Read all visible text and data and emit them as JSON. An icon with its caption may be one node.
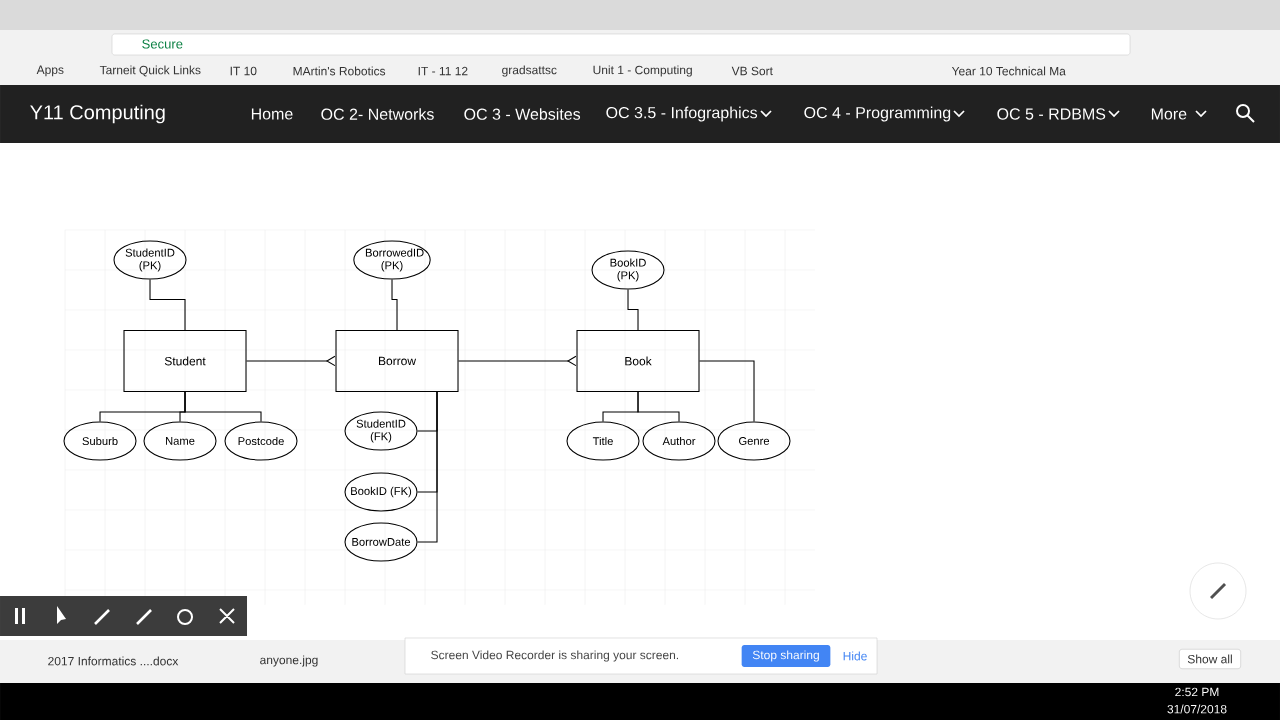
{
  "diagram": {
    "nodes": [
      {
        "text": [
          "StudentID (PK)"
        ]
      },
      {
        "text": [
          "BorrowedID (PK)"
        ]
      },
      {
        "text": [
          "BookID (PK)"
        ]
      },
      {
        "text": [
          "Student"
        ]
      },
      {
        "text": [
          "Borrow"
        ]
      },
      {
        "text": [
          "Book"
        ]
      },
      {
        "text": [
          "Suburb"
        ]
      },
      {
        "text": [
          "Name"
        ]
      },
      {
        "text": [
          "Postcode"
        ]
      },
      {
        "text": [
          "StudentID (FK)"
        ]
      },
      {
        "text": [
          "BookID (FK)"
        ]
      },
      {
        "text": [
          "BorrowDate"
        ]
      },
      {
        "text": [
          "Title"
        ]
      },
      {
        "text": [
          "Author"
        ]
      },
      {
        "text": [
          "Genre"
        ]
      }
    ],
    "edges": [
      {
        "from": 0,
        "to": 3,
        "arrow": "none"
      },
      {
        "from": 1,
        "to": 4,
        "arrow": "none"
      },
      {
        "from": 2,
        "to": 5,
        "arrow": "none"
      },
      {
        "from": 3,
        "to": 4,
        "arrow": "other"
      },
      {
        "from": 4,
        "to": 5,
        "arrow": "other"
      },
      {
        "from": 3,
        "to": 6,
        "arrow": "none"
      },
      {
        "from": 3,
        "to": 7,
        "arrow": "none"
      },
      {
        "from": 3,
        "to": 8,
        "arrow": "none"
      },
      {
        "from": 4,
        "to": 9,
        "arrow": "none"
      },
      {
        "from": 4,
        "to": 10,
        "arrow": "none"
      },
      {
        "from": 4,
        "to": 11,
        "arrow": "none"
      },
      {
        "from": 5,
        "to": 12,
        "arrow": "none"
      },
      {
        "from": 5,
        "to": 13,
        "arrow": "none"
      },
      {
        "from": 5,
        "to": 14,
        "arrow": "none"
      }
    ],
    "labels": [
      "Secure",
      "Apps",
      "Tarneit Quick Links",
      "IT 10",
      "MArtin's Robotics",
      "IT - 11 12",
      "gradsattsc",
      "Unit 1 - Computing",
      "VB Sort",
      "Year 10 Technical Ma",
      "Y11 Computing",
      "Home",
      "OC 2- Networks",
      "OC 3 - Websites",
      "OC 3.5 - Infographics",
      "OC 4 - Programming",
      "OC 5 - RDBMS",
      "More",
      "2017 Informatics ....docx",
      "anyone.jpg",
      "Screen Video Recorder is sharing your screen.",
      "Stop sharing",
      "Hide",
      "Show all",
      "2:52 PM",
      "31/07/2018"
    ]
  }
}
